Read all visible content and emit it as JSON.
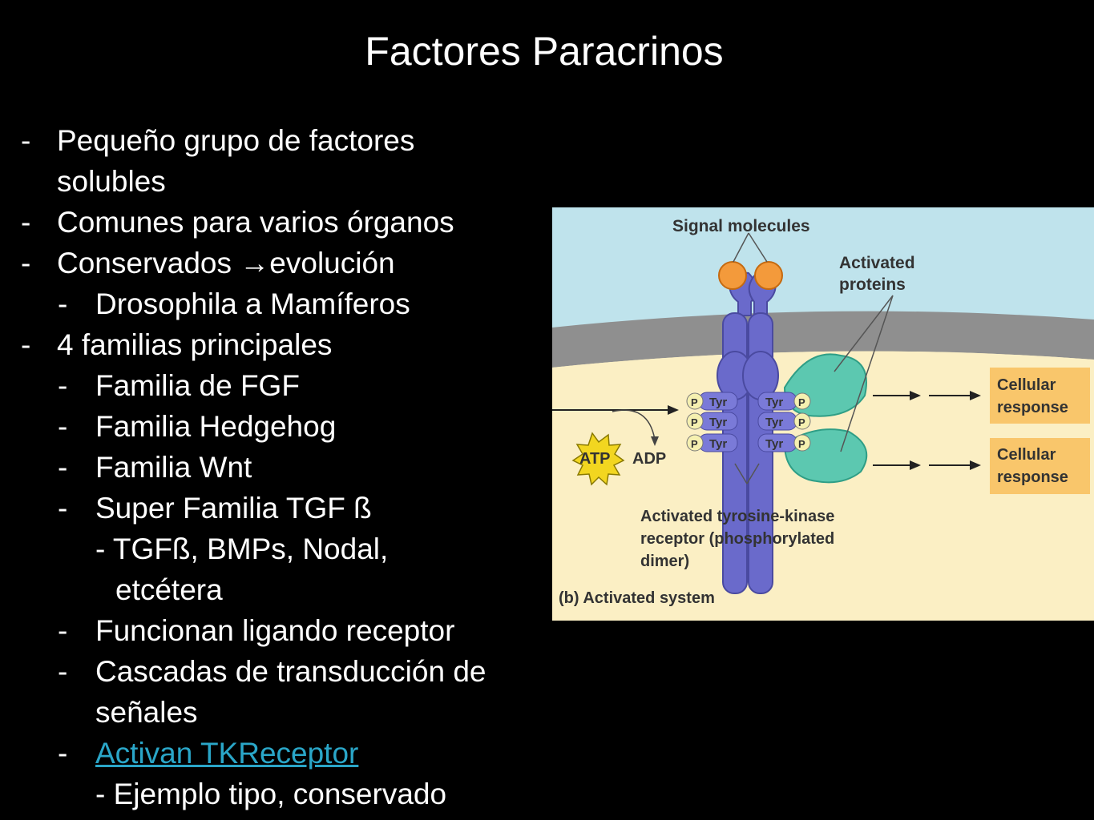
{
  "slide": {
    "title": "Factores Paracrinos",
    "bullets": [
      {
        "dash": "-",
        "text": "Pequeño grupo de factores"
      },
      {
        "text": "solubles"
      },
      {
        "dash": "-",
        "text": "Comunes para varios órganos"
      },
      {
        "dash": "-",
        "text": "Conservados →evolución"
      },
      {
        "dash": "-",
        "text": "Drosophila a Mamíferos"
      },
      {
        "dash": "-",
        "text": "4 familias principales"
      },
      {
        "dash": "-",
        "text": "Familia de FGF"
      },
      {
        "dash": "-",
        "text": "Familia Hedgehog"
      },
      {
        "dash": "-",
        "text": "Familia Wnt"
      },
      {
        "dash": "-",
        "text": "Super Familia TGF ß"
      },
      {
        "text": "- TGFß, BMPs, Nodal,"
      },
      {
        "text": "etcétera"
      },
      {
        "dash": "-",
        "text": "Funcionan ligando receptor"
      },
      {
        "dash": "-",
        "text": "Cascadas  de transducción de"
      },
      {
        "text": "señales"
      },
      {
        "dash": "-",
        "text": "Activan TKReceptor",
        "link": true
      },
      {
        "text": "- Ejemplo tipo, conservado"
      }
    ]
  },
  "figure": {
    "signal_molecules": "Signal molecules",
    "activated_proteins_1": "Activated",
    "activated_proteins_2": "proteins",
    "tyr": "Tyr",
    "p": "P",
    "atp": "ATP",
    "adp": "ADP",
    "cellular_response_1": "Cellular",
    "cellular_response_2": "response",
    "receptor_label_1": "Activated tyrosine-kinase",
    "receptor_label_2": "receptor (phosphorylated",
    "receptor_label_3": "dimer)",
    "caption": "(b) Activated system"
  }
}
